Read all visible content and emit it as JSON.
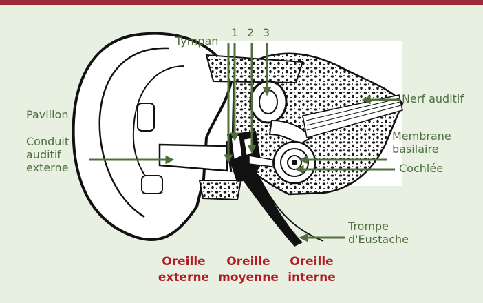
{
  "labels": {
    "tympan": "Tympan",
    "num1": "1",
    "num2": "2",
    "num3": "3",
    "pavillon": "Pavillon",
    "conduit": "Conduit\nauditif\nexterne",
    "nerf": "Nerf auditif",
    "membrane": "Membrane\nbasilaire",
    "cochlee": "Cochlée",
    "trompe": "Trompe\nd'Eustache"
  },
  "sections": {
    "externe": "Oreille\nexterne",
    "moyenne": "Oreille\nmoyenne",
    "interne": "Oreille\ninterne"
  },
  "colors": {
    "accent_bar": "#9b2b3a",
    "background": "#e8f1e1",
    "label_green": "#4f6f3d",
    "section_red": "#b31b26"
  }
}
